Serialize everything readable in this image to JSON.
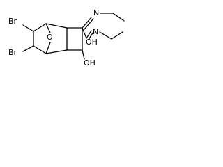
{
  "structure": {
    "atoms": {
      "br_top": "Br",
      "br_bottom": "Br",
      "bridge_oxygen": "O",
      "amide_n_upper": "N",
      "amide_n_lower": "N",
      "oh_upper": "OH",
      "oh_lower": "OH"
    }
  }
}
